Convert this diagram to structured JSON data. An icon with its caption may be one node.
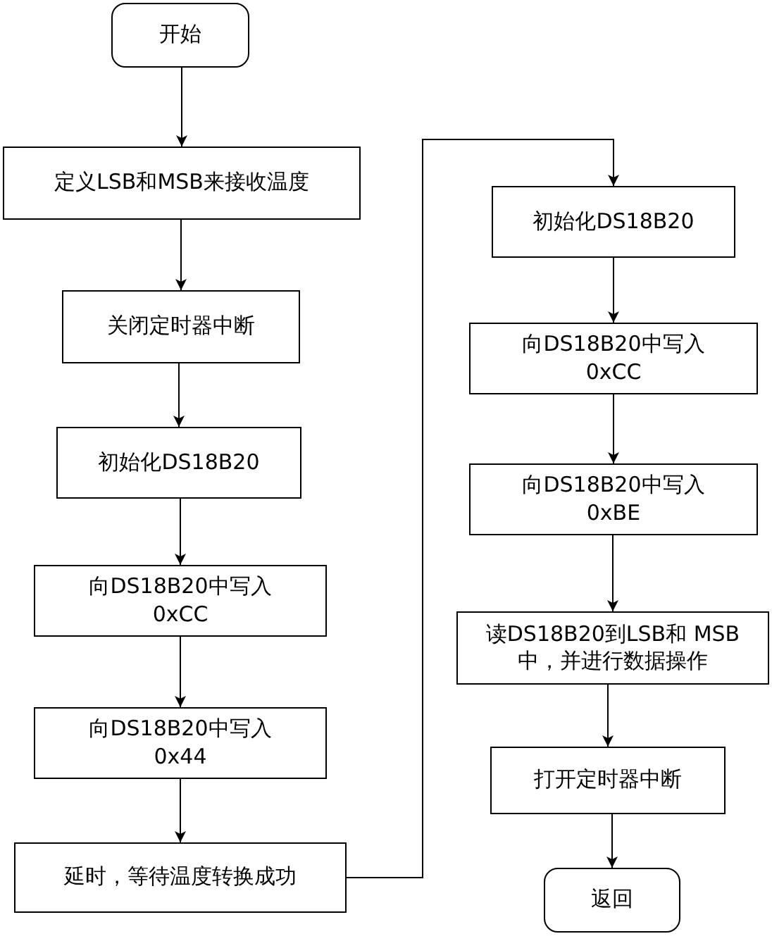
{
  "diagram": {
    "nodes": [
      {
        "text": [
          "开始"
        ]
      },
      {
        "text": [
          "定义LSB和MSB来接收温度"
        ]
      },
      {
        "text": [
          "关闭定时器中断"
        ]
      },
      {
        "text": [
          "初始化DS18B20"
        ]
      },
      {
        "text": [
          "向DS18B20中写入 0xCC"
        ]
      },
      {
        "text": [
          "向DS18B20中写入 0x44"
        ]
      },
      {
        "text": [
          "延时，等待温度转换成功"
        ]
      },
      {
        "text": [
          "初始化DS18B20"
        ]
      },
      {
        "text": [
          "向DS18B20中写入 0xCC"
        ]
      },
      {
        "text": [
          "向DS18B20中写入 0xBE"
        ]
      },
      {
        "text": [
          "读DS18B20到LSB和 MSB中，并进行数据操作"
        ]
      },
      {
        "text": [
          "打开定时器中断"
        ]
      },
      {
        "text": [
          "返回"
        ]
      }
    ],
    "edges": [
      {
        "from": 0,
        "to": 1,
        "arrow": "to"
      },
      {
        "from": 1,
        "to": 2,
        "arrow": "to"
      },
      {
        "from": 2,
        "to": 3,
        "arrow": "to"
      },
      {
        "from": 3,
        "to": 4,
        "arrow": "to"
      },
      {
        "from": 4,
        "to": 5,
        "arrow": "to"
      },
      {
        "from": 5,
        "to": 6,
        "arrow": "to"
      },
      {
        "from": 6,
        "to": 7,
        "arrow": "to"
      },
      {
        "from": 7,
        "to": 8,
        "arrow": "to"
      },
      {
        "from": 8,
        "to": 9,
        "arrow": "to"
      },
      {
        "from": 9,
        "to": 10,
        "arrow": "to"
      },
      {
        "from": 10,
        "to": 11,
        "arrow": "to"
      },
      {
        "from": 11,
        "to": 12,
        "arrow": "to"
      }
    ]
  }
}
